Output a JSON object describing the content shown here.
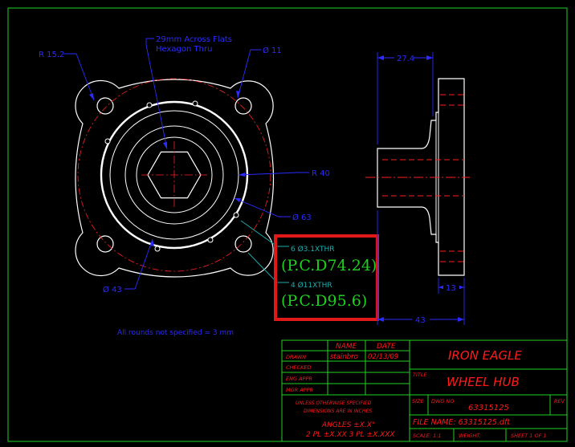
{
  "dimensions": {
    "r152": "R 15.2",
    "hex_line1": "29mm Across Flats",
    "hex_line2": "Hexagon Thru",
    "dia11": "Ø 11",
    "r40": "R 40",
    "dia63": "Ø 63",
    "dia43": "Ø 43",
    "dim274": "27.4",
    "dim13": "13",
    "dim43": "43"
  },
  "callout": {
    "hole1": "6  Ø3.1XTHR",
    "pcd1": "(P.C.D74.24)",
    "hole2": "4  Ø11XTHR",
    "pcd2": "(P.C.D95.6)"
  },
  "note": "All rounds not specified = 3 mm",
  "title_block": {
    "col_name": "NAME",
    "col_date": "DATE",
    "drawn_label": "DRAWN",
    "drawn_name": "stainbro",
    "drawn_date": "02/13/09",
    "checked_label": "CHECKED",
    "eng_label": "ENG APPR",
    "mgr_label": "MGR APPR",
    "tol_line1": "UNLESS OTHERWISE SPECIFIED",
    "tol_line2": "DIMENSIONS ARE IN INCHES",
    "tol_line3": "ANGLES ±X.X°",
    "tol_line4": "2 PL ±X.XX  3 PL ±X.XXX",
    "company": "IRON EAGLE",
    "title_label": "TITLE",
    "title": "WHEEL HUB",
    "size_label": "SIZE",
    "dwg_label": "DWG NO",
    "dwg_no": "63315125",
    "rev_label": "REV",
    "file_name": "FILE NAME: 63315125.dft",
    "scale": "SCALE:  1:1",
    "weight": "WEIGHT:",
    "sheet": "SHEET 1 OF 1"
  },
  "colors": {
    "geometry": "#ffffff",
    "centerline": "#ff2020",
    "dimension": "#2b2bff",
    "callout_box": "#e01818",
    "border": "#1fd11f"
  }
}
